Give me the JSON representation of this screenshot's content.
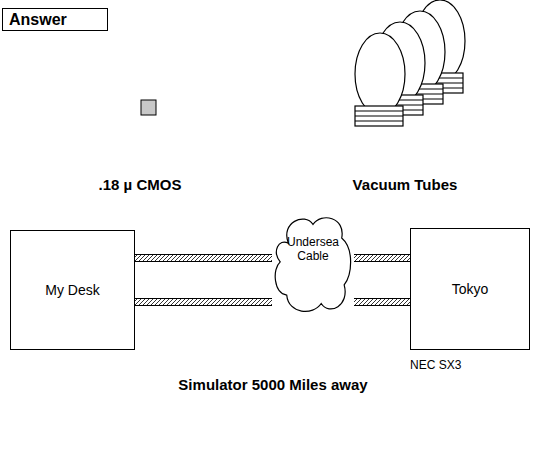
{
  "diagram": {
    "caption": "Simulator 5000 Miles away",
    "nodes": [
      {
        "text": [
          "Answer"
        ]
      },
      {
        "text": [
          "My Desk"
        ]
      },
      {
        "text": [
          "Undersea Cable"
        ]
      },
      {
        "text": [
          "Tokyo"
        ]
      }
    ],
    "edges": [
      {
        "from": 1,
        "to": 2,
        "arrow": "none"
      },
      {
        "from": 1,
        "to": 2,
        "arrow": "none"
      },
      {
        "from": 2,
        "to": 3,
        "arrow": "none"
      },
      {
        "from": 2,
        "to": 3,
        "arrow": "none"
      }
    ],
    "labels": [
      ".18 µ CMOS",
      "Vacuum Tubes",
      "NEC SX3"
    ]
  }
}
